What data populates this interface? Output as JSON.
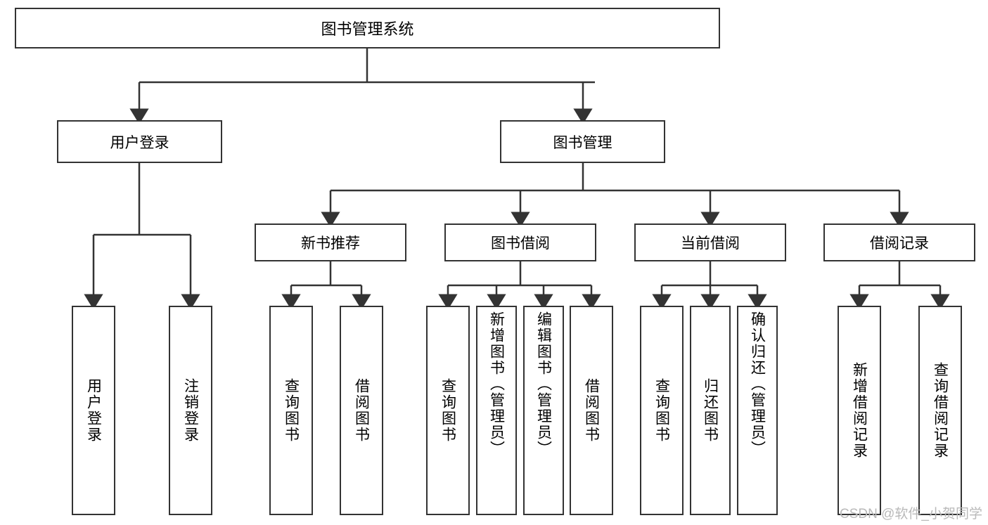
{
  "diagram": {
    "title": "图书管理系统",
    "type": "tree",
    "stroke_color": "#333333",
    "fill_color": "#ffffff",
    "text_color": "#000000",
    "root": {
      "label": "图书管理系统"
    },
    "level2": [
      {
        "label": "用户登录"
      },
      {
        "label": "图书管理"
      }
    ],
    "level3": [
      {
        "label": "新书推荐"
      },
      {
        "label": "图书借阅"
      },
      {
        "label": "当前借阅"
      },
      {
        "label": "借阅记录"
      }
    ],
    "leaves": {
      "user_login": [
        {
          "label": "用户登录"
        },
        {
          "label": "注销登录"
        }
      ],
      "new_book_recommend": [
        {
          "label": "查询图书"
        },
        {
          "label": "借阅图书"
        }
      ],
      "book_borrow": [
        {
          "label": "查询图书"
        },
        {
          "label": "新增图书（管理员）"
        },
        {
          "label": "编辑图书（管理员）"
        },
        {
          "label": "借阅图书"
        }
      ],
      "current_borrow": [
        {
          "label": "查询图书"
        },
        {
          "label": "归还图书"
        },
        {
          "label": "确认归还（管理员）"
        }
      ],
      "borrow_record": [
        {
          "label": "新增借阅记录"
        },
        {
          "label": "查询借阅记录"
        }
      ]
    }
  },
  "watermark": {
    "text": "CSDN @软件_小贺同学"
  }
}
